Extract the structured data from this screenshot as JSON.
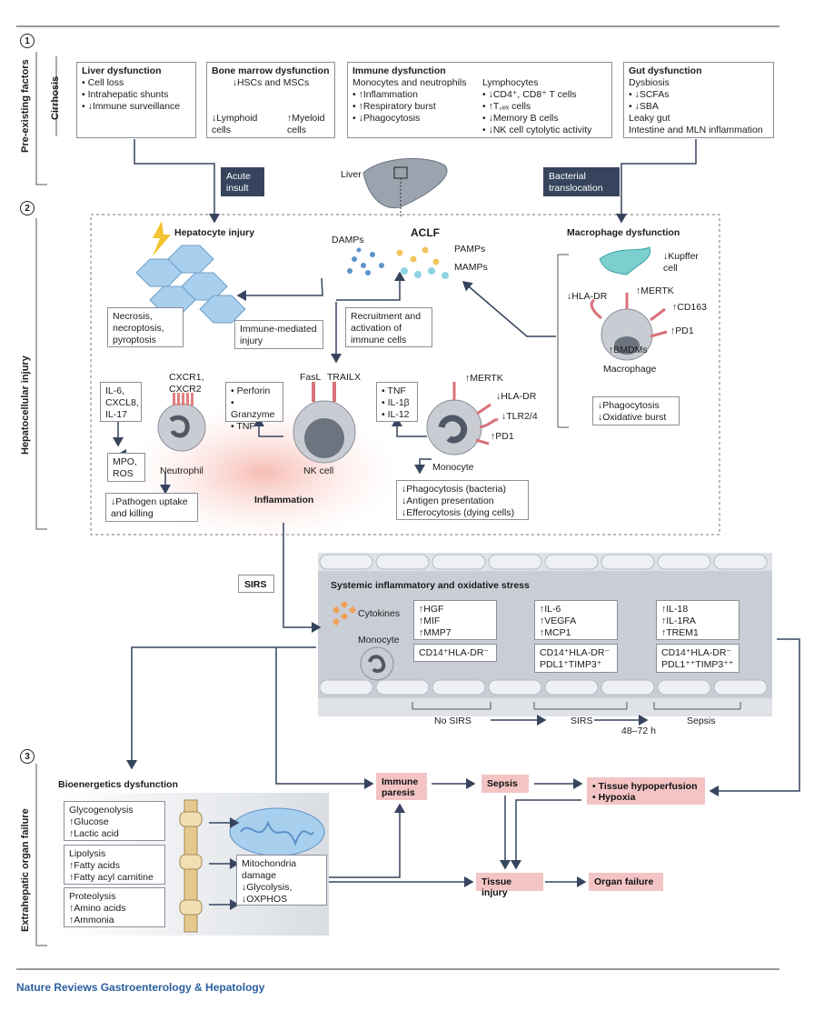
{
  "sections": {
    "s1": "1",
    "s2": "2",
    "s3": "3",
    "pre": "Pre-existing factors",
    "cirrhosis": "Cirrhosis",
    "hep": "Hepatocellular injury",
    "extra": "Extrahepatic organ failure"
  },
  "liver_dys": {
    "title": "Liver dysfunction",
    "items": [
      "Cell loss",
      "Intrahepatic shunts",
      "↓Immune surveillance"
    ]
  },
  "bone": {
    "title": "Bone marrow dysfunction",
    "line": "↓HSCs and MSCs",
    "left1": "↓Lymphoid",
    "left2": "cells",
    "right1": "↑Myeloid",
    "right2": "cells"
  },
  "immune": {
    "title": "Immune dysfunction",
    "sub1": "Monocytes and neutrophils",
    "items1": [
      "↑Inflammation",
      "↑Respiratory burst",
      "↓Phagocytosis"
    ],
    "sub2": "Lymphocytes",
    "items2": [
      "↓CD4⁺, CD8⁺ T cells",
      "↑T꜀ₑₓ cells",
      "↓Memory B cells",
      "↓NK cell cytolytic activity"
    ]
  },
  "gut": {
    "title": "Gut dysfunction",
    "l1": "Dysbiosis",
    "items": [
      "↓SCFAs",
      "↓SBA"
    ],
    "l2": "Leaky gut",
    "l3": "Intestine and MLN inflammation"
  },
  "acute": {
    "l1": "Acute",
    "l2": "insult"
  },
  "liver_label": "Liver",
  "bact": {
    "l1": "Bacterial",
    "l2": "translocation"
  },
  "hepatocyte": "Hepatocyte injury",
  "aclf": "ACLF",
  "damps": "DAMPs",
  "pamps": "PAMPs",
  "mamps": "MAMPs",
  "necrosis": [
    "Necrosis,",
    "necroptosis,",
    "pyroptosis"
  ],
  "immune_med": [
    "Immune-mediated",
    "injury"
  ],
  "recruit": [
    "Recruitment and",
    "activation of",
    "immune cells"
  ],
  "macro": {
    "title": "Macrophage dysfunction",
    "kupffer1": "↓Kupffer",
    "kupffer2": "cell",
    "hla": "↓HLA-DR",
    "mertk": "↑MERTK",
    "cd163": "↑CD163",
    "pd1": "↑PD1",
    "bmdm": "↑BMDMs",
    "name": "Macrophage",
    "b1": "↓Phagocytosis",
    "b2": "↓Oxidative burst"
  },
  "neutro": {
    "box": [
      "IL-6,",
      "CXCL8,",
      "IL-17"
    ],
    "cx1": "CXCR1,",
    "cx2": "CXCR2",
    "mpo1": "MPO,",
    "mpo2": "ROS",
    "name": "Neutrophil",
    "p1": "↓Pathogen uptake",
    "p2": "and killing"
  },
  "nk": {
    "items": [
      "Perforin",
      "Granzyme",
      "TNF"
    ],
    "fasl": "FasL",
    "trail": "TRAIL",
    "x": "X",
    "name": "NK cell"
  },
  "mono": {
    "items": [
      "TNF",
      "IL-1β",
      "IL-12"
    ],
    "mertk": "↑MERTK",
    "hla": "↓HLA-DR",
    "tlr": "↓TLR2/4",
    "pd1": "↑PD1",
    "name": "Monocyte",
    "b1": "↓Phagocytosis (bacteria)",
    "b2": "↓Antigen presentation",
    "b3": "↓Efferocytosis (dying cells)"
  },
  "inflammation": "Inflammation",
  "sirs_tag": "SIRS",
  "systemic": {
    "title": "Systemic inflammatory and oxidative stress",
    "cytokines": "Cytokines",
    "monocyte": "Monocyte",
    "c1": [
      "↑HGF",
      "↑MIF",
      "↑MMP7"
    ],
    "m1": "CD14⁺HLA-DR⁻",
    "c2": [
      "↑IL-6",
      "↑VEGFA",
      "↑MCP1"
    ],
    "m2a": "CD14⁺HLA-DR⁻",
    "m2b": "PDL1⁺TIMP3⁺",
    "c3": [
      "↑IL-18",
      "↑IL-1RA",
      "↑TREM1"
    ],
    "m3a": "CD14⁺HLA-DR⁻",
    "m3b": "PDL1⁺⁺TIMP3⁺⁺",
    "nosirs": "No SIRS",
    "sirs": "SIRS",
    "sepsis": "Sepsis",
    "hours": "48–72 h"
  },
  "bio": {
    "title": "Bioenergetics dysfunction",
    "g": [
      "Glycogenolysis",
      "↑Glucose",
      "↑Lactic acid"
    ],
    "l": [
      "Lipolysis",
      "↑Fatty acids",
      "↑Fatty acyl carnitine"
    ],
    "p": [
      "Proteolysis",
      "↑Amino acids",
      "↑Ammonia"
    ],
    "mito": [
      "Mitochondria",
      "damage",
      "↓Glycolysis,",
      "↓OXPHOS"
    ]
  },
  "outcomes": {
    "paresis1": "Immune",
    "paresis2": "paresis",
    "sepsis": "Sepsis",
    "hypo1": "• Tissue hypoperfusion",
    "hypo2": "• Hypoxia",
    "tissue": "Tissue injury",
    "organ": "Organ failure"
  },
  "footer": "Nature Reviews Gastroenterology & Hepatology",
  "colors": {
    "navy": "#36445e",
    "pink": "#f4c4c4",
    "bluecell": "#a9cfee",
    "footer": "#2b5fa0"
  }
}
